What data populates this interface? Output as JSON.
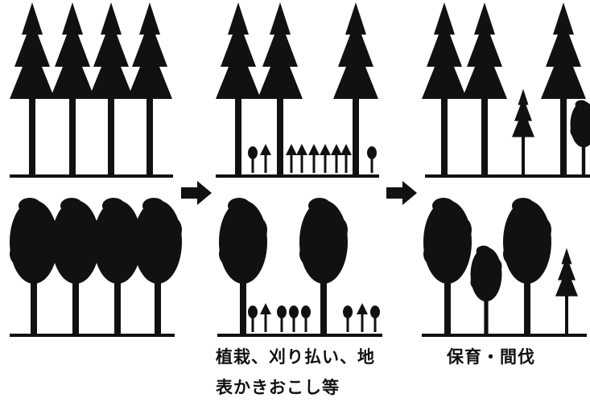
{
  "captions": {
    "middle_line1": "植栽、刈り払い、地",
    "middle_line2": "表かきおこし等",
    "right": "保育・間伐"
  },
  "colors": {
    "ink": "#111111",
    "background": "#ffffff"
  },
  "icons": [
    "conifer-tree-icon",
    "broadleaf-tree-icon",
    "seedling-icon",
    "arrow-right-icon"
  ]
}
